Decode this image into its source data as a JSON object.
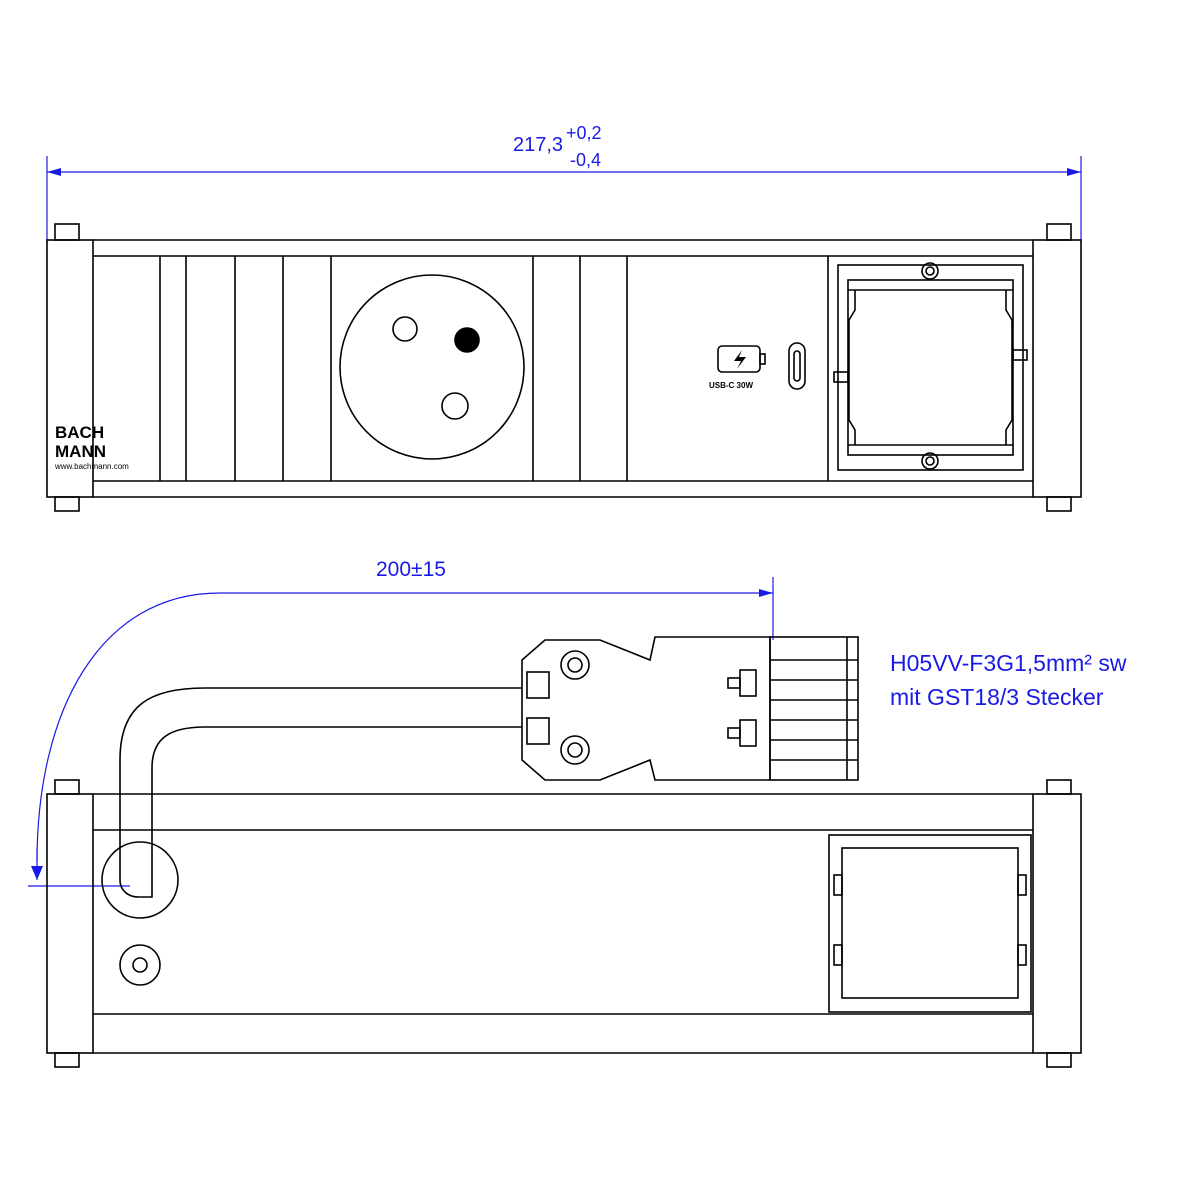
{
  "dimensions": {
    "overall_length": "217,3",
    "tol_plus": "+0,2",
    "tol_minus": "-0,4",
    "cable_length": "200±15"
  },
  "cable_note": {
    "line1": "H05VV-F3G1,5mm² sw",
    "line2": "mit GST18/3  Stecker"
  },
  "brand": {
    "line1": "BACH",
    "line2": "MANN",
    "url": "www.bachmann.com"
  },
  "usb_label": "USB-C 30W",
  "colors": {
    "dimension": "#1a1ae6",
    "outline": "#000000"
  }
}
